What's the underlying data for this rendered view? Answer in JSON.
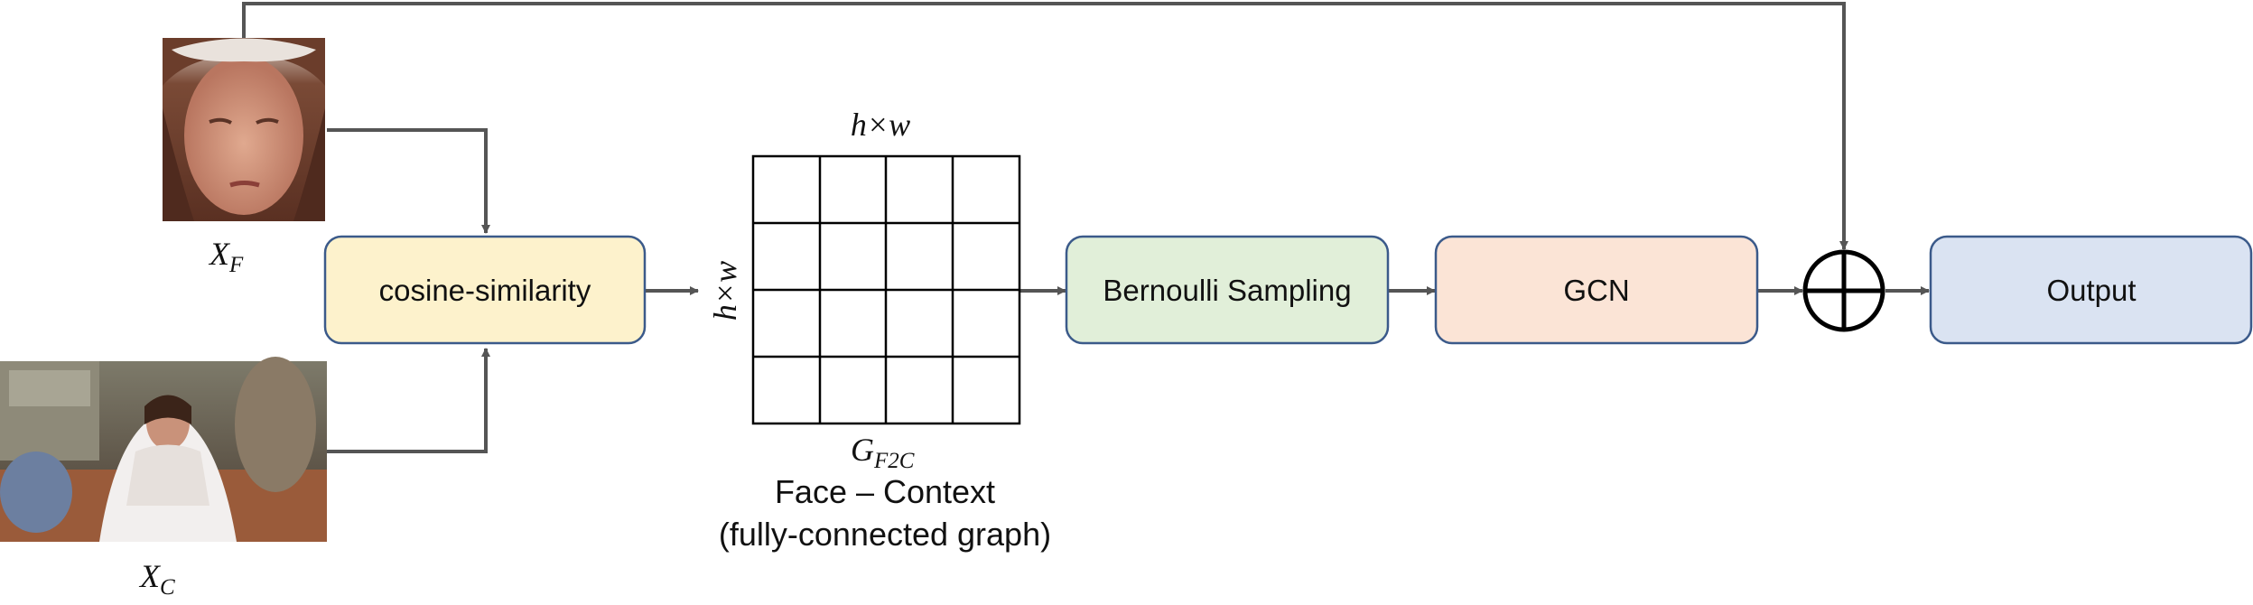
{
  "images": {
    "face": {
      "label_base": "X",
      "label_sub": "F"
    },
    "context": {
      "label_base": "X",
      "label_sub": "C"
    }
  },
  "boxes": {
    "cosine": {
      "label": "cosine-similarity",
      "fill": "#fdf2cc",
      "stroke": "#3b5a8a"
    },
    "bernoulli": {
      "label": "Bernoulli Sampling",
      "fill": "#e1efd9",
      "stroke": "#3b5a8a"
    },
    "gcn": {
      "label": "GCN",
      "fill": "#fbe4d6",
      "stroke": "#3b5a8a"
    },
    "output": {
      "label": "Output",
      "fill": "#dae3f2",
      "stroke": "#3b5a8a"
    }
  },
  "matrix": {
    "top_label": "h×w",
    "side_label": "h×w",
    "graph_label_base": "G",
    "graph_label_sub": "F2C",
    "caption_line1": "Face – Context",
    "caption_line2": "(fully-connected graph)",
    "rows": 4,
    "cols": 4
  },
  "colors": {
    "arrow": "#555555",
    "box_border": "#3b5a8a"
  }
}
